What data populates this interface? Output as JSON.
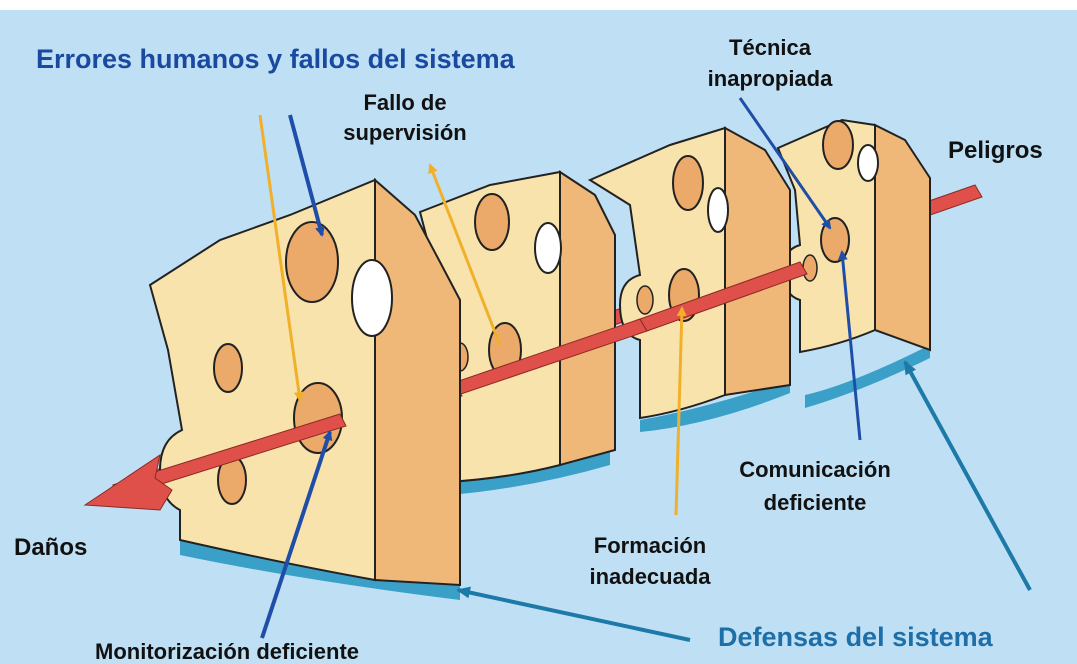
{
  "diagram": {
    "title": "Errores humanos y fallos del sistema",
    "labels": {
      "supervision_line1": "Fallo de",
      "supervision_line2": "supervisión",
      "tecnica_line1": "Técnica",
      "tecnica_line2": "inapropiada",
      "peligros": "Peligros",
      "danos": "Daños",
      "comunicacion_line1": "Comunicación",
      "comunicacion_line2": "deficiente",
      "formacion_line1": "Formación",
      "formacion_line2": "inadecuada",
      "monitorizacion": "Monitorización deficiente",
      "defensas": "Defensas del sistema"
    },
    "colors": {
      "background": "#bfe0f4",
      "cheese_front": "#f8e3ad",
      "cheese_side": "#f0b878",
      "hole": "#eba96a",
      "shadow": "#3aa0c8",
      "arrow": "#e0504a",
      "blue_text": "#1a4aa0",
      "teal_text": "#1e6ea8",
      "black_text": "#111111",
      "blue_pointer": "#1f4ea8",
      "yellow_pointer": "#f0b02a",
      "teal_pointer": "#1d7aa8"
    }
  }
}
